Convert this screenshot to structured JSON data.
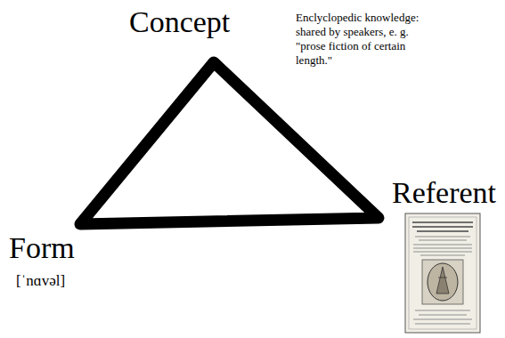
{
  "diagram": {
    "labels": [
      "Concept",
      "Enclyclopedic knowledge: shared by speakers, e. g. \"prose fiction of certain length.\"",
      "Form",
      "[ˈnɑvəl]",
      "Referent"
    ]
  }
}
